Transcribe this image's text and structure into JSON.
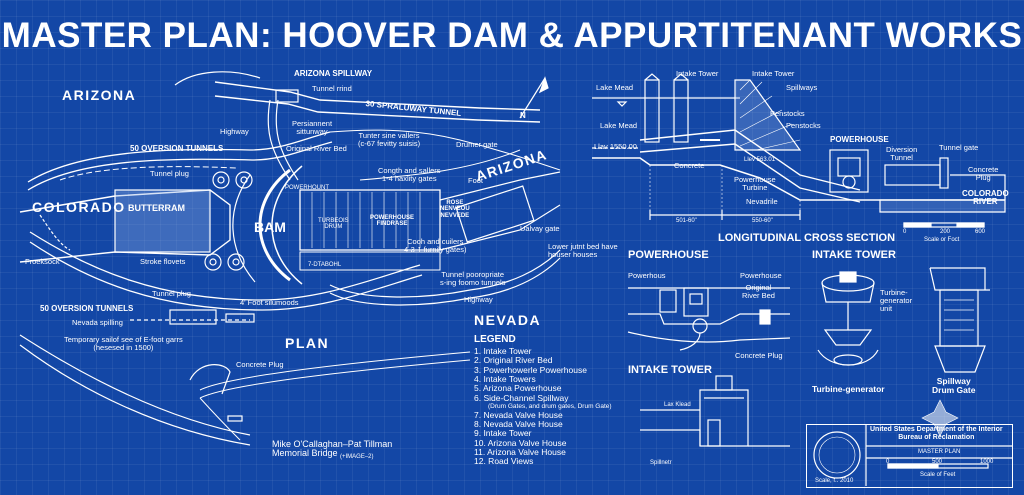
{
  "title": "MASTER PLAN: HOOVER DAM & APPURTITENANT WORKS",
  "plan": {
    "label": "PLAN",
    "regions": {
      "arizona": "ARIZONA",
      "arizona2": "ARIZONA",
      "colorado": "COLORADO",
      "nevada": "NEVADA"
    },
    "labels": {
      "arizona_spillway": "ARIZONA SPILLWAY",
      "tunnel_rrind": "Tunnel rrind",
      "spraluway_tunnel": "30 SPRALUWAY TUNNEL",
      "highway_top": "Highway",
      "persiannent": "Persiannent\nsittunway",
      "tunter": "Tunter sine vallers\n(c-67 fevitty suisis)",
      "oversion_top": "50 OVERSION TUNNELS",
      "original_river_bed": "Original River Bed",
      "drumer_gate": "Drumer gate",
      "tunnel_plug_top": "Tunnel plug",
      "congth": "Congth and sallers\n1-4 haxlity gates",
      "foot": "Foot",
      "powerhount": "POWERHOUNT",
      "butterram": "BUTTERRAM",
      "bam": "BAM",
      "turbeoiss": "TURBEOIS\nDRUM",
      "powerhouse_findrase": "POWERHOUSE\nFINDRASE",
      "rose": "ROSE\nNENVEOU\nNEVVEDE",
      "froeksock": "Froeksock",
      "stroke_flovets": "Stroke flovets",
      "tdabohl": "7-DTABOHL",
      "cooh": "Cooh and cuilers\n4-3-1 furnily gates)",
      "ualvay_gate": "Ualvay gate",
      "lower_jutnt": "Lower jutnt bed have\nhouser houses",
      "tunnel_pooropriate": "Tunnel pooropriate\ns-ing foomo tunnels",
      "tunnel_plug_bottom": "Tunnel plug",
      "oversion_bottom": "50 OVERSION TUNNELS",
      "foot_silumoods": "4' Foot silumoods",
      "highway_bottom": "Highway",
      "nevada_spilling": "Nevada spilling",
      "temporary": "Temporary sailof see of E-foot garrs\n(hesesed in 1500)",
      "concrete_plug": "Concrete Plug",
      "bridge": "Mike O'Callaghan–Pat Tillman\nMemorial Bridge",
      "bridge_tag": "(+IMAGE–2)",
      "north": "N"
    }
  },
  "legend": {
    "title": "LEGEND",
    "items": [
      "1.  Intake Tower",
      "2.  Original River Bed",
      "3.  Powerhowerle Powerhouse",
      "4.  Intake Towers",
      "5.  Arizona Powerhouse",
      "6.  Side-Channel Spillway",
      "7.  Nevada Valve House",
      "8.  Nevada Valve House",
      "9.  Intake Tower",
      "10. Arizona Valve House",
      "11. Arizona Valve House",
      "12. Road Views"
    ],
    "item6_sub": "(Drum Gates, and drum gates, Drum Gate)"
  },
  "section": {
    "title": "LONGITUDINAL CROSS SECTION",
    "labels": {
      "lake_mead_top": "Lake Mead",
      "intake_tower_1": "Intake Tower",
      "intake_tower_2": "Intake Tower",
      "spillways": "Spillways",
      "lake_mead": "Lake Mead",
      "penstocks_1": "Penstocks",
      "penstocks_2": "Penstocks",
      "powerhouse": "POWERHOUSE",
      "diversion_tunnel": "Diversion\nTunnel",
      "tunnel_gate": "Tunnel gate",
      "concrete_plug": "Concrete\nPlug",
      "llav": "Llav 1550.00",
      "concrete": "Concrete",
      "llev2": "Llev 563.01",
      "powerhouse_turbine": "Powerhouse\nTurbine",
      "nevadrile": "Nevadrile",
      "colorado_river": "COLORADO\nRIVER",
      "dim1": "501-60\"",
      "dim2": "550-60\""
    },
    "scale": {
      "ticks": [
        "0",
        "200",
        "600"
      ],
      "label": "Scale or Foct"
    }
  },
  "powerhouse_detail": {
    "title": "POWERHOUSE",
    "labels": {
      "powerhous": "Powerhous",
      "powerhouse": "Powerhouse",
      "original_river_bed": "Original\nRiver Bed",
      "concrete_plug": "Concrete Plug"
    }
  },
  "intake_tower_right": {
    "title": "INTAKE TOWER",
    "labels": {
      "turbine_generator_unit": "Turbine-\ngenerator\nunit",
      "turbine_generator": "Turbine-generator",
      "spillway_drum_gate": "Spillway\nDrum Gate"
    }
  },
  "intake_tower_left": {
    "title": "INTAKE TOWER",
    "labels": {
      "lax_klead": "Lax Klead",
      "spillnetr": "Spillnetr"
    }
  },
  "title_block": {
    "agency": "United States Department of the Interior\nBureau of Reclamation",
    "sheet": "MASTER PLAN",
    "scale_ticks": [
      "0",
      "500",
      "1000"
    ],
    "scale_label": "Scale of Feet",
    "scale_note": "Scale, f.. 2010"
  },
  "colors": {
    "background": "#1347a6",
    "line": "#ffffff",
    "fill_light": "#8fb0e6"
  }
}
